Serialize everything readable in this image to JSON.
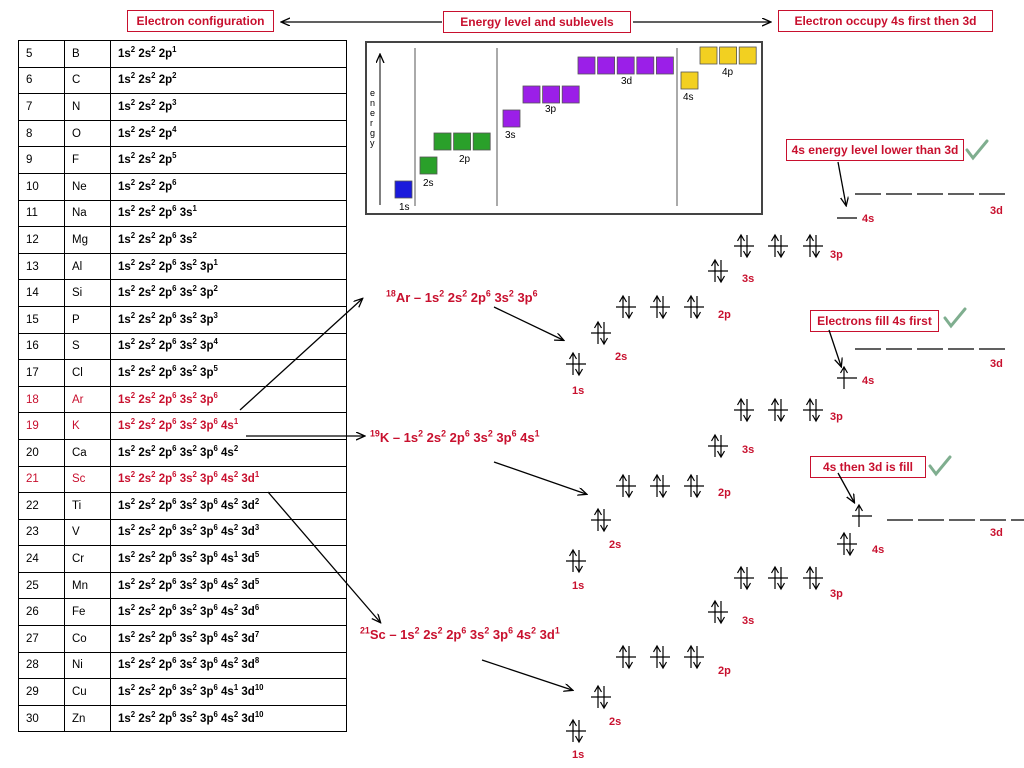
{
  "callouts": {
    "electron_configuration": "Electron configuration",
    "energy_levels": "Energy level and sublevels",
    "occupy_4s_first": "Electron occupy 4s first then 3d",
    "lower_4s": "4s energy level lower than 3d",
    "fill_4s_first": "Electrons fill 4s first",
    "then_3d": "4s then 3d is fill"
  },
  "table_rows": [
    {
      "z": "5",
      "sym": "B",
      "cfg": [
        [
          "1s",
          "2"
        ],
        [
          "2s",
          "2"
        ],
        [
          "2p",
          "1"
        ]
      ]
    },
    {
      "z": "6",
      "sym": "C",
      "cfg": [
        [
          "1s",
          "2"
        ],
        [
          "2s",
          "2"
        ],
        [
          "2p",
          "2"
        ]
      ]
    },
    {
      "z": "7",
      "sym": "N",
      "cfg": [
        [
          "1s",
          "2"
        ],
        [
          "2s",
          "2"
        ],
        [
          "2p",
          "3"
        ]
      ]
    },
    {
      "z": "8",
      "sym": "O",
      "cfg": [
        [
          "1s",
          "2"
        ],
        [
          "2s",
          "2"
        ],
        [
          "2p",
          "4"
        ]
      ]
    },
    {
      "z": "9",
      "sym": "F",
      "cfg": [
        [
          "1s",
          "2"
        ],
        [
          "2s",
          "2"
        ],
        [
          "2p",
          "5"
        ]
      ]
    },
    {
      "z": "10",
      "sym": "Ne",
      "cfg": [
        [
          "1s",
          "2"
        ],
        [
          "2s",
          "2"
        ],
        [
          "2p",
          "6"
        ]
      ]
    },
    {
      "z": "11",
      "sym": "Na",
      "cfg": [
        [
          "1s",
          "2"
        ],
        [
          "2s",
          "2"
        ],
        [
          "2p",
          "6"
        ],
        [
          "3s",
          "1"
        ]
      ]
    },
    {
      "z": "12",
      "sym": "Mg",
      "cfg": [
        [
          "1s",
          "2"
        ],
        [
          "2s",
          "2"
        ],
        [
          "2p",
          "6"
        ],
        [
          "3s",
          "2"
        ]
      ]
    },
    {
      "z": "13",
      "sym": "Al",
      "cfg": [
        [
          "1s",
          "2"
        ],
        [
          "2s",
          "2"
        ],
        [
          "2p",
          "6"
        ],
        [
          "3s",
          "2"
        ],
        [
          "3p",
          "1"
        ]
      ]
    },
    {
      "z": "14",
      "sym": "Si",
      "cfg": [
        [
          "1s",
          "2"
        ],
        [
          "2s",
          "2"
        ],
        [
          "2p",
          "6"
        ],
        [
          "3s",
          "2"
        ],
        [
          "3p",
          "2"
        ]
      ]
    },
    {
      "z": "15",
      "sym": "P",
      "cfg": [
        [
          "1s",
          "2"
        ],
        [
          "2s",
          "2"
        ],
        [
          "2p",
          "6"
        ],
        [
          "3s",
          "2"
        ],
        [
          "3p",
          "3"
        ]
      ]
    },
    {
      "z": "16",
      "sym": "S",
      "cfg": [
        [
          "1s",
          "2"
        ],
        [
          "2s",
          "2"
        ],
        [
          "2p",
          "6"
        ],
        [
          "3s",
          "2"
        ],
        [
          "3p",
          "4"
        ]
      ]
    },
    {
      "z": "17",
      "sym": "Cl",
      "cfg": [
        [
          "1s",
          "2"
        ],
        [
          "2s",
          "2"
        ],
        [
          "2p",
          "6"
        ],
        [
          "3s",
          "2"
        ],
        [
          "3p",
          "5"
        ]
      ]
    },
    {
      "z": "18",
      "sym": "Ar",
      "cfg": [
        [
          "1s",
          "2"
        ],
        [
          "2s",
          "2"
        ],
        [
          "2p",
          "6"
        ],
        [
          "3s",
          "2"
        ],
        [
          "3p",
          "6"
        ]
      ],
      "red": true
    },
    {
      "z": "19",
      "sym": "K",
      "cfg": [
        [
          "1s",
          "2"
        ],
        [
          "2s",
          "2"
        ],
        [
          "2p",
          "6"
        ],
        [
          "3s",
          "2"
        ],
        [
          "3p",
          "6"
        ],
        [
          "4s",
          "1"
        ]
      ],
      "red": true
    },
    {
      "z": "20",
      "sym": "Ca",
      "cfg": [
        [
          "1s",
          "2"
        ],
        [
          "2s",
          "2"
        ],
        [
          "2p",
          "6"
        ],
        [
          "3s",
          "2"
        ],
        [
          "3p",
          "6"
        ],
        [
          "4s",
          "2"
        ]
      ]
    },
    {
      "z": "21",
      "sym": "Sc",
      "cfg": [
        [
          "1s",
          "2"
        ],
        [
          "2s",
          "2"
        ],
        [
          "2p",
          "6"
        ],
        [
          "3s",
          "2"
        ],
        [
          "3p",
          "6"
        ],
        [
          "4s",
          "2"
        ],
        [
          "3d",
          "1"
        ]
      ],
      "red": true
    },
    {
      "z": "22",
      "sym": "Ti",
      "cfg": [
        [
          "1s",
          "2"
        ],
        [
          "2s",
          "2"
        ],
        [
          "2p",
          "6"
        ],
        [
          "3s",
          "2"
        ],
        [
          "3p",
          "6"
        ],
        [
          "4s",
          "2"
        ],
        [
          "3d",
          "2"
        ]
      ]
    },
    {
      "z": "23",
      "sym": "V",
      "cfg": [
        [
          "1s",
          "2"
        ],
        [
          "2s",
          "2"
        ],
        [
          "2p",
          "6"
        ],
        [
          "3s",
          "2"
        ],
        [
          "3p",
          "6"
        ],
        [
          "4s",
          "2"
        ],
        [
          "3d",
          "3"
        ]
      ]
    },
    {
      "z": "24",
      "sym": "Cr",
      "cfg": [
        [
          "1s",
          "2"
        ],
        [
          "2s",
          "2"
        ],
        [
          "2p",
          "6"
        ],
        [
          "3s",
          "2"
        ],
        [
          "3p",
          "6"
        ],
        [
          "4s",
          "1"
        ],
        [
          "3d",
          "5"
        ]
      ]
    },
    {
      "z": "25",
      "sym": "Mn",
      "cfg": [
        [
          "1s",
          "2"
        ],
        [
          "2s",
          "2"
        ],
        [
          "2p",
          "6"
        ],
        [
          "3s",
          "2"
        ],
        [
          "3p",
          "6"
        ],
        [
          "4s",
          "2"
        ],
        [
          "3d",
          "5"
        ]
      ]
    },
    {
      "z": "26",
      "sym": "Fe",
      "cfg": [
        [
          "1s",
          "2"
        ],
        [
          "2s",
          "2"
        ],
        [
          "2p",
          "6"
        ],
        [
          "3s",
          "2"
        ],
        [
          "3p",
          "6"
        ],
        [
          "4s",
          "2"
        ],
        [
          "3d",
          "6"
        ]
      ]
    },
    {
      "z": "27",
      "sym": "Co",
      "cfg": [
        [
          "1s",
          "2"
        ],
        [
          "2s",
          "2"
        ],
        [
          "2p",
          "6"
        ],
        [
          "3s",
          "2"
        ],
        [
          "3p",
          "6"
        ],
        [
          "4s",
          "2"
        ],
        [
          "3d",
          "7"
        ]
      ]
    },
    {
      "z": "28",
      "sym": "Ni",
      "cfg": [
        [
          "1s",
          "2"
        ],
        [
          "2s",
          "2"
        ],
        [
          "2p",
          "6"
        ],
        [
          "3s",
          "2"
        ],
        [
          "3p",
          "6"
        ],
        [
          "4s",
          "2"
        ],
        [
          "3d",
          "8"
        ]
      ]
    },
    {
      "z": "29",
      "sym": "Cu",
      "cfg": [
        [
          "1s",
          "2"
        ],
        [
          "2s",
          "2"
        ],
        [
          "2p",
          "6"
        ],
        [
          "3s",
          "2"
        ],
        [
          "3p",
          "6"
        ],
        [
          "4s",
          "1"
        ],
        [
          "3d",
          "10"
        ]
      ]
    },
    {
      "z": "30",
      "sym": "Zn",
      "cfg": [
        [
          "1s",
          "2"
        ],
        [
          "2s",
          "2"
        ],
        [
          "2p",
          "6"
        ],
        [
          "3s",
          "2"
        ],
        [
          "3p",
          "6"
        ],
        [
          "4s",
          "2"
        ],
        [
          "3d",
          "10"
        ]
      ]
    }
  ],
  "equations": [
    {
      "mass": "18",
      "sym": "Ar",
      "cfg": [
        [
          "1s",
          "2"
        ],
        [
          "2s",
          "2"
        ],
        [
          "2p",
          "6"
        ],
        [
          "3s",
          "2"
        ],
        [
          "3p",
          "6"
        ]
      ]
    },
    {
      "mass": "19",
      "sym": "K",
      "cfg": [
        [
          "1s",
          "2"
        ],
        [
          "2s",
          "2"
        ],
        [
          "2p",
          "6"
        ],
        [
          "3s",
          "2"
        ],
        [
          "3p",
          "6"
        ],
        [
          "4s",
          "1"
        ]
      ]
    },
    {
      "mass": "21",
      "sym": "Sc",
      "cfg": [
        [
          "1s",
          "2"
        ],
        [
          "2s",
          "2"
        ],
        [
          "2p",
          "6"
        ],
        [
          "3s",
          "2"
        ],
        [
          "3p",
          "6"
        ],
        [
          "4s",
          "2"
        ],
        [
          "3d",
          "1"
        ]
      ]
    }
  ],
  "energy_chart": {
    "axis_label": "energy",
    "sublevels": [
      {
        "name": "1s",
        "boxes": 1,
        "color": "#1a1adc"
      },
      {
        "name": "2s",
        "boxes": 1,
        "color": "#2aa02a"
      },
      {
        "name": "2p",
        "boxes": 3,
        "color": "#2aa02a"
      },
      {
        "name": "3s",
        "boxes": 1,
        "color": "#9b1fe8"
      },
      {
        "name": "3p",
        "boxes": 3,
        "color": "#9b1fe8"
      },
      {
        "name": "3d",
        "boxes": 5,
        "color": "#9b1fe8"
      },
      {
        "name": "4s",
        "boxes": 1,
        "color": "#f2d021"
      },
      {
        "name": "4p",
        "boxes": 3,
        "color": "#f2d021"
      }
    ]
  },
  "diagram_labels": {
    "s1": "1s",
    "s2": "2s",
    "p2": "2p",
    "s3": "3s",
    "p3": "3p",
    "s4": "4s",
    "d3": "3d"
  },
  "colors": {
    "accent": "#c8102e",
    "check": "#7fae8f"
  }
}
